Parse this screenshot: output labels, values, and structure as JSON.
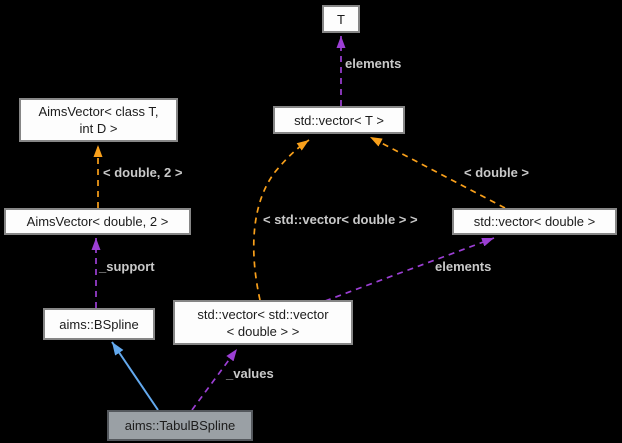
{
  "diagram_type": "collaboration-graph",
  "colors": {
    "background": "#000000",
    "node_fill": "#fdfdfd",
    "node_border": "#868686",
    "current_node_fill": "#9aa0a5",
    "current_node_border": "#54585d",
    "node_text": "#1c1c1c",
    "edge_label_text": "#c9c9c9",
    "template_edge": "#f9a01b",
    "usage_edge": "#9c3fd4",
    "inheritance_edge": "#63a9ee"
  },
  "nodes": {
    "t": {
      "label": "T"
    },
    "aimsvector_template": {
      "line1": "AimsVector< class T,",
      "line2": "int D >"
    },
    "stdvector_t": {
      "label": "std::vector< T >"
    },
    "aimsvector_double2": {
      "label": "AimsVector< double, 2 >"
    },
    "stdvector_double": {
      "label": "std::vector< double >"
    },
    "stdvector_vector_double": {
      "line1": "std::vector< std::vector",
      "line2": "< double > >"
    },
    "bspline": {
      "label": "aims::BSpline"
    },
    "tabulbspline": {
      "label": "aims::TabulBSpline"
    }
  },
  "edge_labels": {
    "elements_top": "elements",
    "template_double2": "< double, 2 >",
    "support": "_support",
    "template_vector_double": "< std::vector< double > >",
    "template_double": "< double >",
    "elements_right": "elements",
    "values": "_values"
  }
}
